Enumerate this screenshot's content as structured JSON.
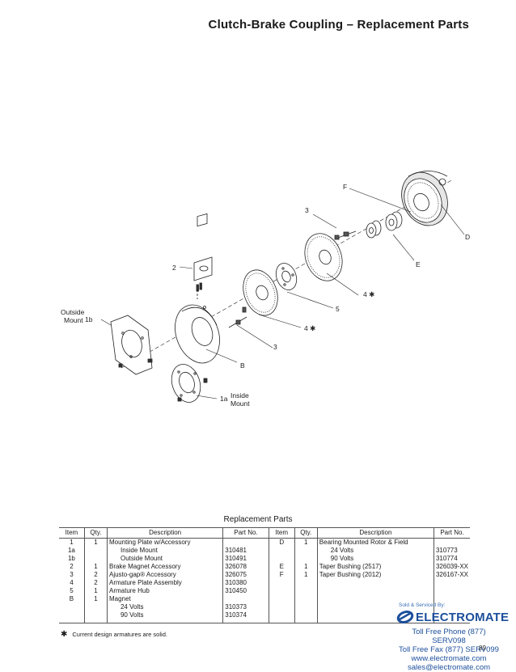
{
  "page_title": "Clutch-Brake Coupling – Replacement Parts",
  "diagram": {
    "callouts": {
      "F": "F",
      "D": "D",
      "E": "E",
      "three_top": "3",
      "two": "2",
      "four_star_top": "4 ✱",
      "five": "5",
      "four_star_mid": "4 ✱",
      "three_mid": "3",
      "B": "B",
      "outside_mount_1": "Outside",
      "outside_mount_2": "Mount",
      "one_b": "1b",
      "one_a": "1a",
      "inside_mount_1": "Inside",
      "inside_mount_2": "Mount"
    }
  },
  "table": {
    "title": "Replacement Parts",
    "headers": [
      "Item",
      "Qty.",
      "Description",
      "Part No.",
      "Item",
      "Qty.",
      "Description",
      "Part No."
    ],
    "left_rows": [
      {
        "item": "1",
        "qty": "1",
        "desc": "Mounting Plate w/Accessory",
        "part": "",
        "indent": false
      },
      {
        "item": "1a",
        "qty": "",
        "desc": "Inside Mount",
        "part": "310481",
        "indent": true
      },
      {
        "item": "1b",
        "qty": "",
        "desc": "Outside Mount",
        "part": "310491",
        "indent": true
      },
      {
        "item": "2",
        "qty": "1",
        "desc": "Brake Magnet Accessory",
        "part": "326078",
        "indent": false
      },
      {
        "item": "3",
        "qty": "2",
        "desc": "Ajusto-gap® Accessory",
        "part": "326075",
        "indent": false
      },
      {
        "item": "4",
        "qty": "2",
        "desc": "Armature Plate Assembly",
        "part": "310380",
        "indent": false
      },
      {
        "item": "5",
        "qty": "1",
        "desc": "Armature Hub",
        "part": "310450",
        "indent": false
      },
      {
        "item": "B",
        "qty": "1",
        "desc": "Magnet",
        "part": "",
        "indent": false
      },
      {
        "item": "",
        "qty": "",
        "desc": "24 Volts",
        "part": "310373",
        "indent": true
      },
      {
        "item": "",
        "qty": "",
        "desc": "90 Volts",
        "part": "310374",
        "indent": true
      }
    ],
    "right_rows": [
      {
        "item": "D",
        "qty": "1",
        "desc": "Bearing Mounted Rotor & Field",
        "part": "",
        "indent": false
      },
      {
        "item": "",
        "qty": "",
        "desc": "24 Volts",
        "part": "310773",
        "indent": true
      },
      {
        "item": "",
        "qty": "",
        "desc": "90 Volts",
        "part": "310774",
        "indent": true
      },
      {
        "item": "E",
        "qty": "1",
        "desc": "Taper Bushing (2517)",
        "part": "326039-XX",
        "indent": false
      },
      {
        "item": "F",
        "qty": "1",
        "desc": "Taper Bushing (2012)",
        "part": "326167-XX",
        "indent": false
      },
      {
        "item": "",
        "qty": "",
        "desc": "",
        "part": "",
        "indent": false
      },
      {
        "item": "",
        "qty": "",
        "desc": "",
        "part": "",
        "indent": false
      },
      {
        "item": "",
        "qty": "",
        "desc": "",
        "part": "",
        "indent": false
      },
      {
        "item": "",
        "qty": "",
        "desc": "",
        "part": "",
        "indent": false
      },
      {
        "item": "",
        "qty": "",
        "desc": "",
        "part": "",
        "indent": false
      }
    ]
  },
  "footnote": {
    "symbol": "✱",
    "text": "Current design armatures are solid."
  },
  "dealer": {
    "sold_by": "Sold & Serviced By:",
    "brand": "ELECTROMATE",
    "phone": "Toll Free Phone  (877) SERV098",
    "fax": "Toll Free Fax  (877) SERV099",
    "web": "www.electromate.com",
    "email": "sales@electromate.com"
  },
  "page_number": "89"
}
